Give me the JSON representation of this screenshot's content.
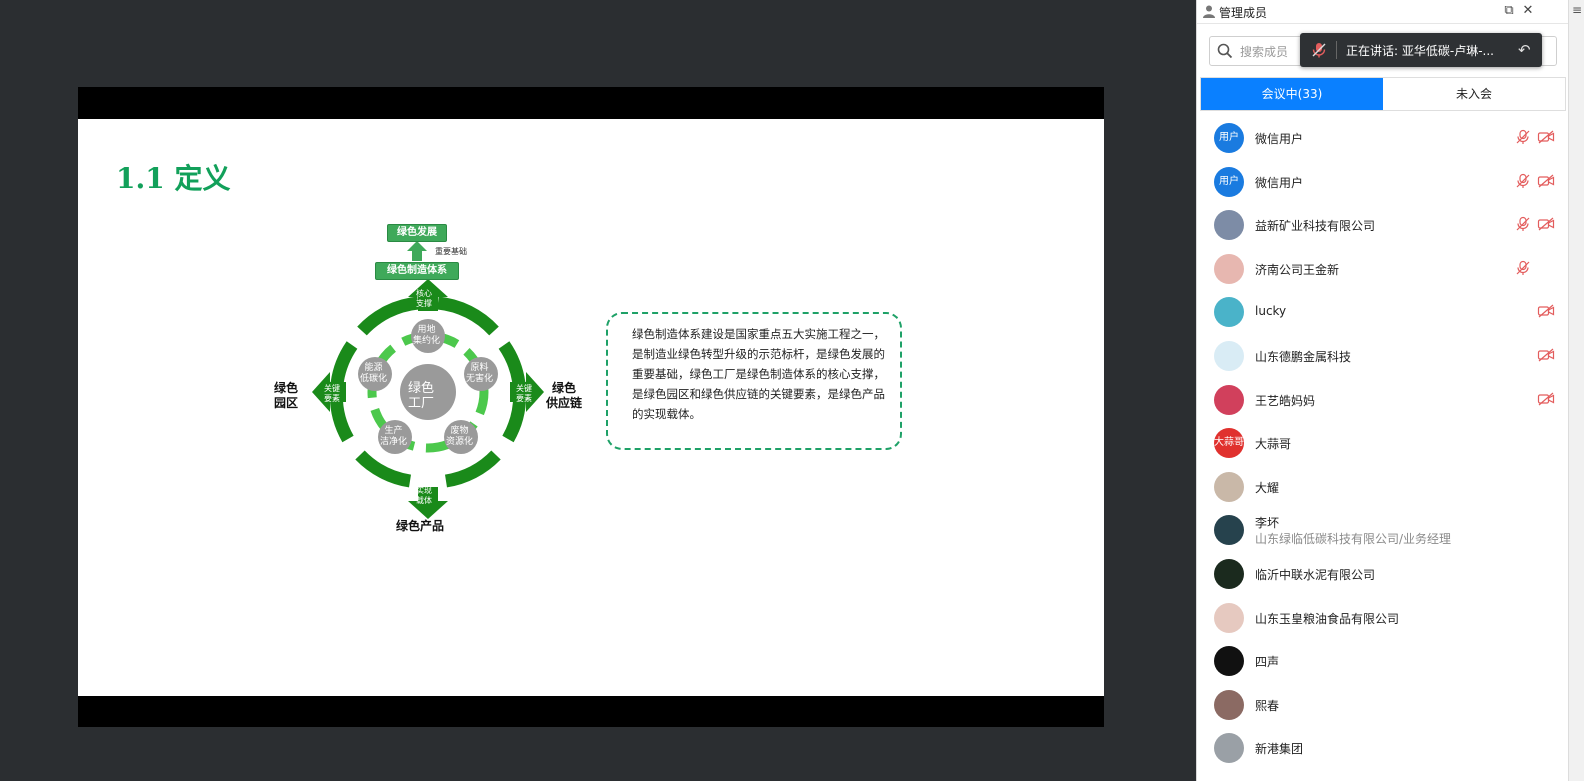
{
  "slide": {
    "title": "1.1 定义",
    "diagram": {
      "top_box": "绿色发展",
      "arrow_note": "重要基础",
      "system_box": "绿色制造体系",
      "center": [
        "绿色",
        "工厂"
      ],
      "ring_top": [
        "核心",
        "支撑"
      ],
      "ring_left": [
        "关键",
        "要素"
      ],
      "ring_right": [
        "关键",
        "要素"
      ],
      "ring_bottom": [
        "实现",
        "载体"
      ],
      "label_left": [
        "绿色",
        "园区"
      ],
      "label_right": [
        "绿色",
        "供应链"
      ],
      "label_bottom": "绿色产品",
      "nodes": {
        "top": [
          "用地",
          "集约化"
        ],
        "upper_right": [
          "原料",
          "无害化"
        ],
        "lower_right": [
          "废物",
          "资源化"
        ],
        "lower_left": [
          "生产",
          "洁净化"
        ],
        "upper_left": [
          "能源",
          "低碳化"
        ]
      }
    },
    "description": "绿色制造体系建设是国家重点五大实施工程之一，是制造业绿色转型升级的示范标杆，是绿色发展的重要基础，绿色工厂是绿色制造体系的核心支撑，是绿色园区和绿色供应链的关键要素，是绿色产品的实现载体。"
  },
  "panel": {
    "title": "管理成员",
    "search_placeholder": "搜索成员",
    "speaking": "正在讲话: 亚华低碳-卢琳-...",
    "tabs": {
      "in_meeting": "会议中(33)",
      "not_joined": "未入会"
    },
    "members": [
      {
        "name": "微信用户",
        "avatar_text": "用户",
        "avatar_color": "#1a7be0",
        "mic_off": true,
        "cam_off": true
      },
      {
        "name": "微信用户",
        "avatar_text": "用户",
        "avatar_color": "#1a7be0",
        "mic_off": true,
        "cam_off": true
      },
      {
        "name": "益新矿业科技有限公司",
        "avatar_text": "",
        "avatar_color": "#7d8ca6",
        "mic_off": true,
        "cam_off": true
      },
      {
        "name": "济南公司王金新",
        "avatar_text": "",
        "avatar_color": "#e7b7b0",
        "mic_off": true,
        "cam_off": false
      },
      {
        "name": "lucky",
        "avatar_text": "",
        "avatar_color": "#4ab3c9",
        "mic_off": false,
        "cam_off": true
      },
      {
        "name": "山东德鹏金属科技",
        "avatar_text": "",
        "avatar_color": "#d9ecf5",
        "mic_off": false,
        "cam_off": true
      },
      {
        "name": "王艺皓妈妈",
        "avatar_text": "",
        "avatar_color": "#d1405c",
        "mic_off": false,
        "cam_off": true
      },
      {
        "name": "大蒜哥",
        "avatar_text": "大蒜哥",
        "avatar_color": "#e0312e",
        "mic_off": false,
        "cam_off": false
      },
      {
        "name": "大耀",
        "avatar_text": "",
        "avatar_color": "#c9b8a8",
        "mic_off": false,
        "cam_off": false
      },
      {
        "name": "李坏",
        "sub": "山东绿临低碳科技有限公司/业务经理",
        "avatar_text": "",
        "avatar_color": "#26424d",
        "mic_off": false,
        "cam_off": false
      },
      {
        "name": "临沂中联水泥有限公司",
        "avatar_text": "",
        "avatar_color": "#1b2a1e",
        "mic_off": false,
        "cam_off": false
      },
      {
        "name": "山东玉皇粮油食品有限公司",
        "avatar_text": "",
        "avatar_color": "#e6c9c0",
        "mic_off": false,
        "cam_off": false
      },
      {
        "name": "四声",
        "avatar_text": "",
        "avatar_color": "#111111",
        "mic_off": false,
        "cam_off": false
      },
      {
        "name": "熙春",
        "avatar_text": "",
        "avatar_color": "#8b6a63",
        "mic_off": false,
        "cam_off": false
      },
      {
        "name": "新港集团",
        "avatar_text": "",
        "avatar_color": "#9aa0a6",
        "mic_off": false,
        "cam_off": false
      }
    ]
  },
  "colors": {
    "accent_blue": "#0a80ff",
    "slide_green": "#12a05a",
    "ring_green": "#1a8a1a",
    "muted_red": "#e35d5d"
  }
}
